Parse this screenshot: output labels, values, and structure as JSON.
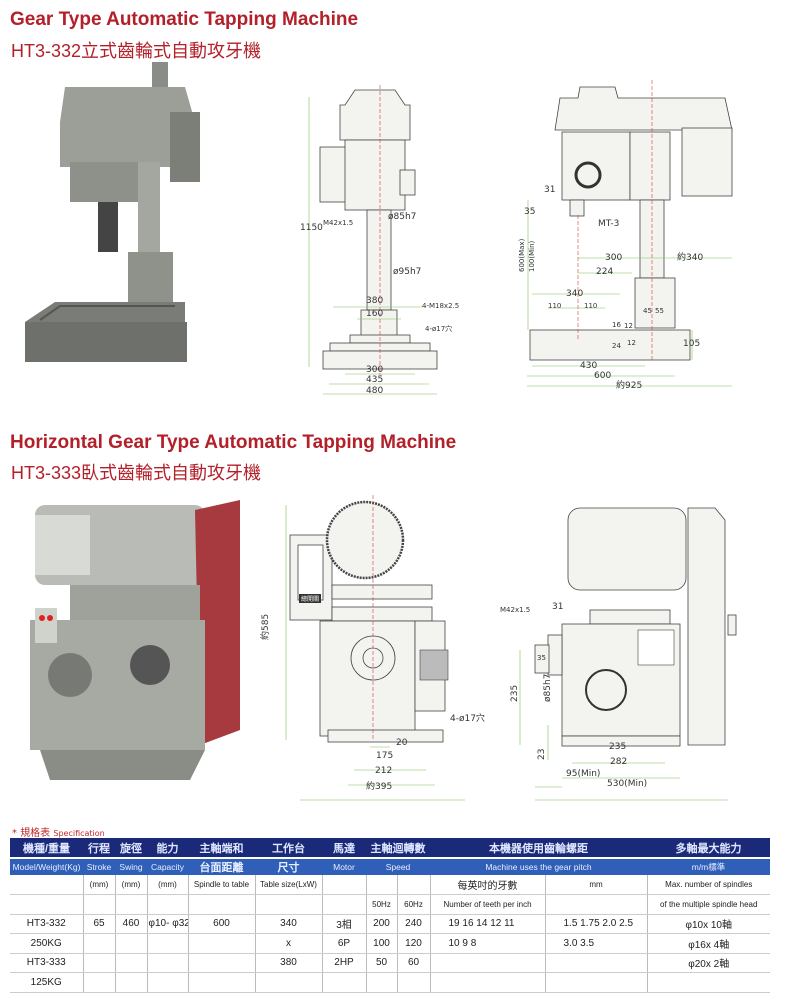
{
  "section1": {
    "title": "Gear Type Automatic Tapping Machine",
    "subtitle": "HT3-332立式齒輪式自動攻牙機",
    "front_drawing": {
      "height": "1150",
      "spindle_thread": "M42x1.5",
      "quill_dia": "ø85h7",
      "column_dia": "ø95h7",
      "w380": "380",
      "w160": "160",
      "bolts": "4-M18x2.5",
      "holes": "4-ø17穴",
      "w300": "300",
      "w435": "435",
      "w480": "480"
    },
    "side_drawing": {
      "d31": "31",
      "d35": "35",
      "taper": "MT-3",
      "stroke_max": "600(Max)",
      "stroke_min": "100(Min)",
      "d300": "300",
      "d340a": "約340",
      "d224": "224",
      "d340": "340",
      "d110a": "110",
      "d110b": "110",
      "d16": "16",
      "d12a": "12",
      "d12b": "12",
      "d24": "24",
      "d45": "45",
      "d55": "55",
      "d105": "105",
      "d430": "430",
      "d600": "600",
      "d925": "約925"
    }
  },
  "section2": {
    "title": "Horizontal Gear Type Automatic Tapping Machine",
    "subtitle": "HT3-333臥式齒輪式自動攻牙機",
    "front_drawing": {
      "height": "約585",
      "holes": "4-ø17穴",
      "d20": "20",
      "d175": "175",
      "d212": "212",
      "d395": "約395",
      "panel_label": "總開關"
    },
    "side_drawing": {
      "thread": "M42x1.5",
      "d31": "31",
      "d35": "35",
      "quill": "ø85h7",
      "d235v": "235",
      "d23": "23",
      "d235": "235",
      "d282": "282",
      "d95": "95(Min)",
      "d530": "530(Min)"
    }
  },
  "spec": {
    "label_cn": "規格表",
    "label_en": "Specification",
    "header_cn": [
      "機種/重量",
      "行程",
      "旋徑",
      "能力",
      "主軸端和",
      "工作台",
      "馬達",
      "主軸迴轉數",
      "本機器使用齒輪螺距",
      "多軸最大能力"
    ],
    "header_en": [
      "Model/Weight(Kg)",
      "Stroke",
      "Swing",
      "Capacity",
      "台面距離",
      "尺寸",
      "Motor",
      "Speed",
      "Machine uses the gear pitch",
      "m/m標準"
    ],
    "rows": [
      [
        "",
        "(mm)",
        "(mm)",
        "(mm)",
        "Spindle to table",
        "Table size(LxW)",
        "",
        "",
        "",
        "每英吋的牙數",
        "mm",
        "Max. number of spindles"
      ],
      [
        "",
        "",
        "",
        "",
        "",
        "",
        "",
        "50Hz",
        "60Hz",
        "Number of teeth per inch",
        "",
        "of the multiple spindle head"
      ],
      [
        "HT3-332",
        "65",
        "460",
        "φ10- φ32",
        "600",
        "340",
        "3相",
        "200",
        "240",
        "19 16 14 12 11",
        "1.5 1.75 2.0 2.5",
        "φ10x 10軸"
      ],
      [
        "250KG",
        "",
        "",
        "",
        "",
        "x",
        "6P",
        "100",
        "120",
        "10  9  8",
        "3.0 3.5",
        "φ16x 4軸"
      ],
      [
        "HT3-333",
        "",
        "",
        "",
        "",
        "380",
        "2HP",
        "50",
        "60",
        "",
        "",
        "φ20x 2軸"
      ],
      [
        "125KG",
        "",
        "",
        "",
        "",
        "",
        "",
        "",
        "",
        "",
        "",
        ""
      ]
    ]
  },
  "colors": {
    "title": "#b3202a",
    "header_dark": "#1b2a78",
    "header_blue": "#2f5fb9",
    "dim_line": "#7fbf5a"
  }
}
